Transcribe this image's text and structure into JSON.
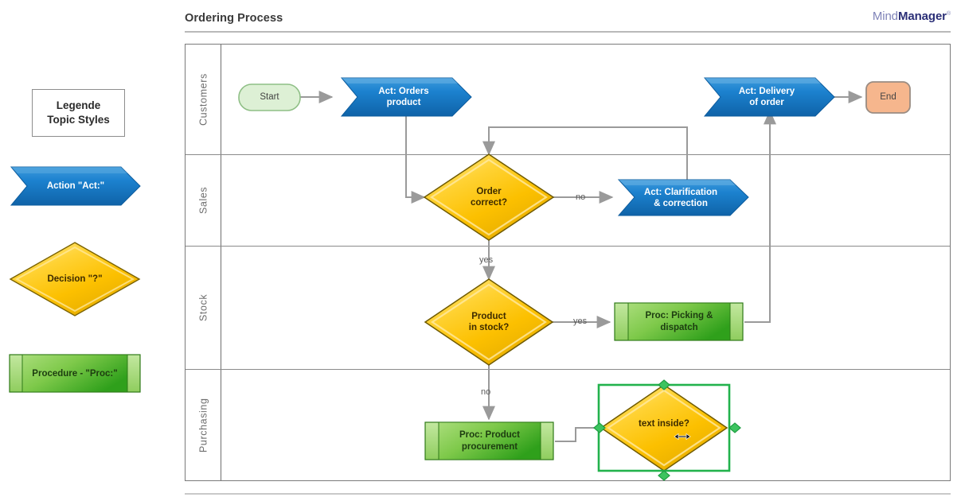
{
  "header": {
    "title": "Ordering Process",
    "logo_part1": "Mind",
    "logo_part2": "Manager",
    "logo_mark": "®"
  },
  "legend": {
    "title_line1": "Legende",
    "title_line2": "Topic Styles",
    "items": [
      {
        "name": "action-sample",
        "label": "Action \"Act:\"",
        "shape": "chevron",
        "color": "#1679c4"
      },
      {
        "name": "decision-sample",
        "label": "Decision \"?\"",
        "shape": "diamond",
        "color": "#fdc000"
      },
      {
        "name": "procedure-sample",
        "label": "Procedure - \"Proc:\"",
        "shape": "subprocess",
        "color": "#6fbf3f"
      }
    ]
  },
  "diagram": {
    "lanes": [
      {
        "label": "Customers"
      },
      {
        "label": "Sales"
      },
      {
        "label": "Stock"
      },
      {
        "label": "Purchasing"
      }
    ],
    "nodes": [
      {
        "id": "start",
        "label": "Start",
        "type": "terminator-start",
        "lane": "Customers"
      },
      {
        "id": "orders",
        "label": "Act: Orders\nproduct",
        "type": "action",
        "lane": "Customers"
      },
      {
        "id": "delivery",
        "label": "Act: Delivery\nof order",
        "type": "action",
        "lane": "Customers"
      },
      {
        "id": "end",
        "label": "End",
        "type": "terminator-end",
        "lane": "Customers"
      },
      {
        "id": "ordercorrect",
        "label": "Order\ncorrect?",
        "type": "decision",
        "lane": "Sales"
      },
      {
        "id": "clarify",
        "label": "Act: Clarification\n& correction",
        "type": "action",
        "lane": "Sales"
      },
      {
        "id": "instock",
        "label": "Product\nin stock?",
        "type": "decision",
        "lane": "Stock"
      },
      {
        "id": "picking",
        "label": "Proc: Picking &\ndispatch",
        "type": "procedure",
        "lane": "Stock"
      },
      {
        "id": "procurement",
        "label": "Proc: Product\nprocurement",
        "type": "procedure",
        "lane": "Purchasing"
      },
      {
        "id": "textinside",
        "label": "text inside?",
        "type": "decision",
        "lane": "Purchasing",
        "selected": true
      }
    ],
    "edge_labels": [
      {
        "id": "no1",
        "text": "no"
      },
      {
        "id": "yes1",
        "text": "yes"
      },
      {
        "id": "yes2",
        "text": "yes"
      },
      {
        "id": "no2",
        "text": "no"
      }
    ]
  },
  "colors": {
    "action_fill": "#1679c4",
    "action_fill_light": "#3f9bdc",
    "decision_fill": "#fdc000",
    "decision_fill_light": "#ffd84d",
    "procedure_fill": "#6fbf3f",
    "procedure_fill_light": "#b7e08a",
    "start_fill": "#ddf0d5",
    "end_fill": "#f6b68d",
    "connector": "#9a9a9a",
    "selection": "#22b24c"
  }
}
